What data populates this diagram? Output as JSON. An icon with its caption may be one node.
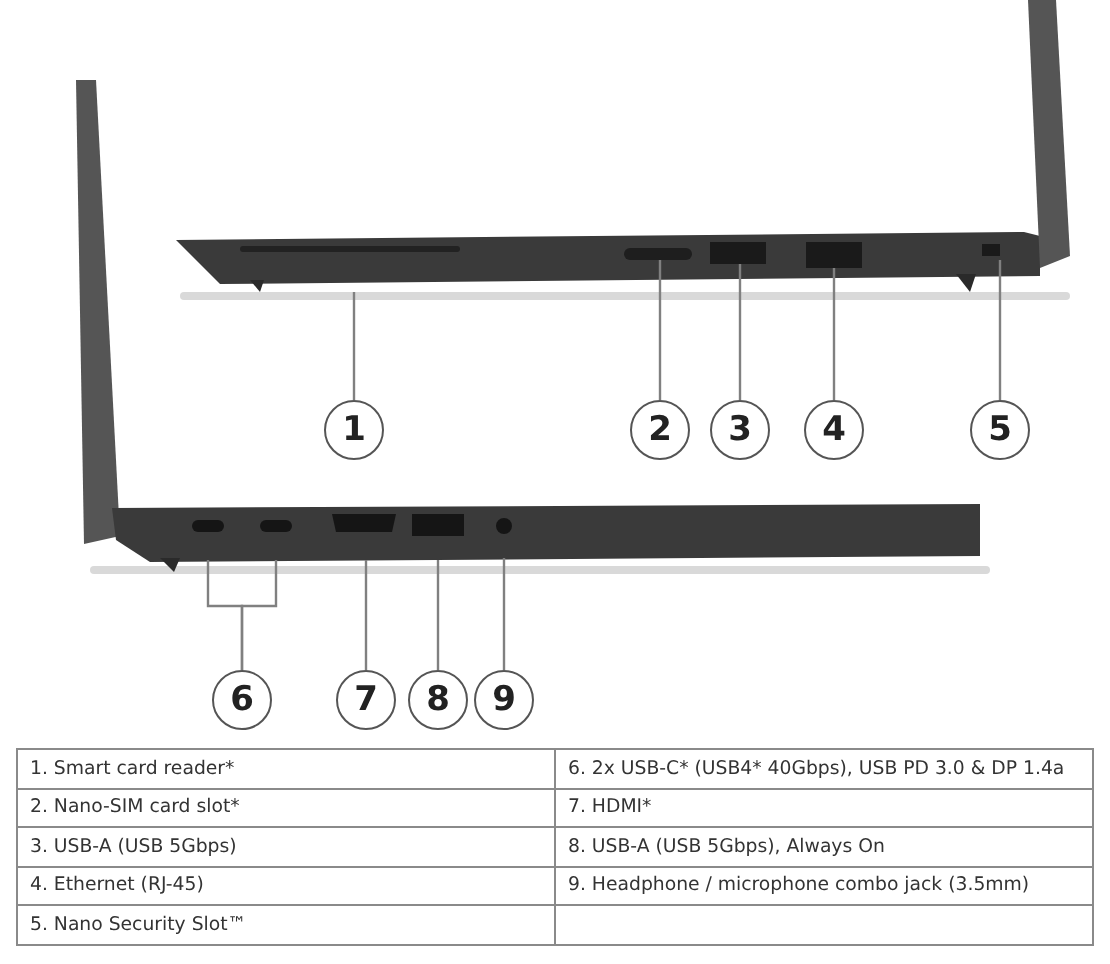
{
  "diagram": {
    "nodes": [
      {
        "text": [
          "1"
        ]
      },
      {
        "text": [
          "2"
        ]
      },
      {
        "text": [
          "3"
        ]
      },
      {
        "text": [
          "4"
        ]
      },
      {
        "text": [
          "5"
        ]
      },
      {
        "text": [
          "6"
        ]
      },
      {
        "text": [
          "7"
        ]
      },
      {
        "text": [
          "8"
        ]
      },
      {
        "text": [
          "9"
        ]
      }
    ],
    "edges": [
      {
        "from": 0,
        "to": null,
        "arrow": "none"
      },
      {
        "from": 1,
        "to": null,
        "arrow": "none"
      },
      {
        "from": 2,
        "to": null,
        "arrow": "none"
      },
      {
        "from": 3,
        "to": null,
        "arrow": "none"
      },
      {
        "from": 4,
        "to": null,
        "arrow": "none"
      },
      {
        "from": 5,
        "to": null,
        "arrow": "none"
      },
      {
        "from": 5,
        "to": null,
        "arrow": "none"
      },
      {
        "from": 6,
        "to": null,
        "arrow": "none"
      },
      {
        "from": 7,
        "to": null,
        "arrow": "none"
      },
      {
        "from": 8,
        "to": null,
        "arrow": "none"
      }
    ],
    "labels": [
      "1. Smart card reader*",
      "6. 2x USB-C* (USB4* 40Gbps), USB PD 3.0 & DP 1.4a",
      "2. Nano-SIM card slot*",
      "7. HDMI*",
      "3. USB-A (USB 5Gbps)",
      "8. USB-A (USB 5Gbps), Always On",
      "4. Ethernet (RJ-45)",
      "9. Headphone / microphone combo jack (3.5mm)",
      "5. Nano Security Slot™"
    ]
  }
}
